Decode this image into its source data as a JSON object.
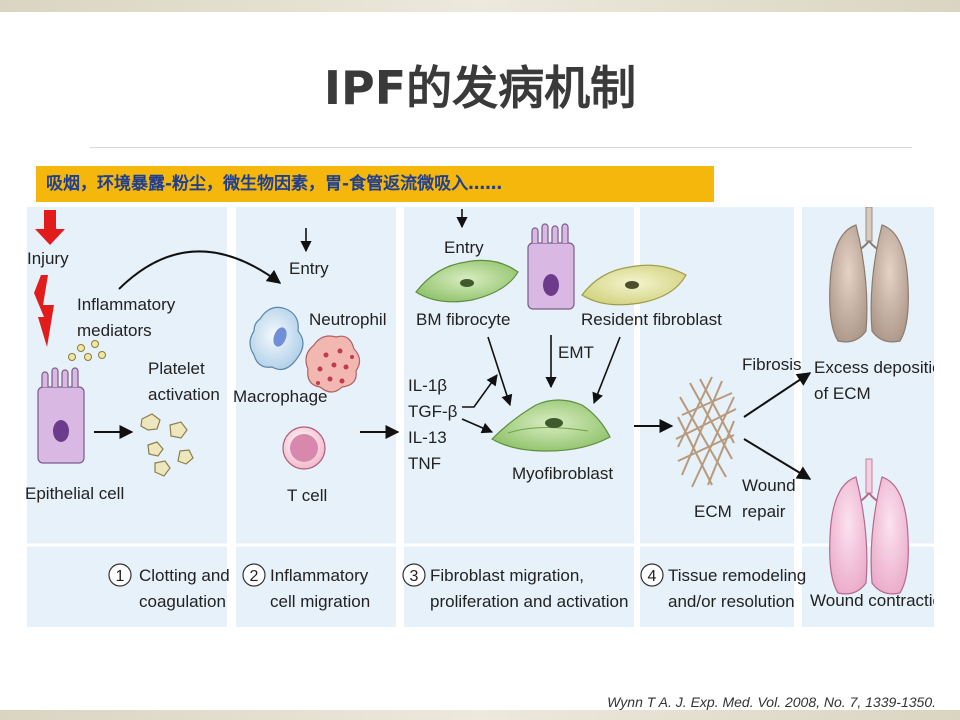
{
  "title": "IPF的发病机制",
  "banner": "吸烟，环境暴露-粉尘，微生物因素，胃-食管返流微吸入……",
  "citation": "Wynn T A. J. Exp. Med. Vol. 2008, No. 7, 1339-1350.",
  "colors": {
    "banner_bg": "#f5b70c",
    "banner_text": "#1f3f92",
    "panel_bg": "#e6f1f9",
    "injury_red": "#e21b1b"
  },
  "figure": {
    "injury": "Injury",
    "inflammatory_mediators": [
      "Inflammatory",
      "mediators"
    ],
    "platelet_activation": [
      "Platelet",
      "activation"
    ],
    "epithelial_cell": "Epithelial cell",
    "entry": "Entry",
    "neutrophil": "Neutrophil",
    "macrophage": "Macrophage",
    "t_cell": "T cell",
    "cytokines": [
      "IL-1β",
      "TGF-β",
      "IL-13",
      "TNF"
    ],
    "bm_fibrocyte": "BM fibrocyte",
    "resident_fibroblast": "Resident fibroblast",
    "emt": "EMT",
    "myofibroblast": "Myofibroblast",
    "ecm": "ECM",
    "fibrosis": "Fibrosis",
    "wound_repair": [
      "Wound",
      "repair"
    ],
    "excess_deposition": [
      "Excess deposition",
      "of ECM"
    ],
    "wound_contraction": "Wound contraction",
    "stages": [
      {
        "num": "1",
        "lines": [
          "Clotting and",
          "coagulation"
        ]
      },
      {
        "num": "2",
        "lines": [
          "Inflammatory",
          "cell migration"
        ]
      },
      {
        "num": "3",
        "lines": [
          "Fibroblast migration,",
          "proliferation and activation"
        ]
      },
      {
        "num": "4",
        "lines": [
          "Tissue remodeling",
          "and/or resolution"
        ]
      }
    ]
  }
}
